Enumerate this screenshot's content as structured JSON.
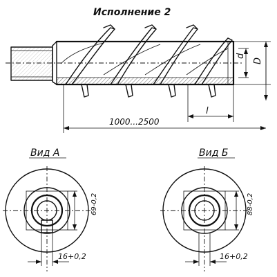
{
  "title": "Исполнение 2",
  "labels": {
    "d": "d",
    "D": "D",
    "l": "l",
    "length": "1000...2500",
    "view_a": "Вид А",
    "view_b": "Вид Б",
    "dim_a_vertical": "69-0,2",
    "dim_a_width": "16+0,2",
    "dim_b_vertical": "88-0,2",
    "dim_b_width": "16+0,2"
  }
}
